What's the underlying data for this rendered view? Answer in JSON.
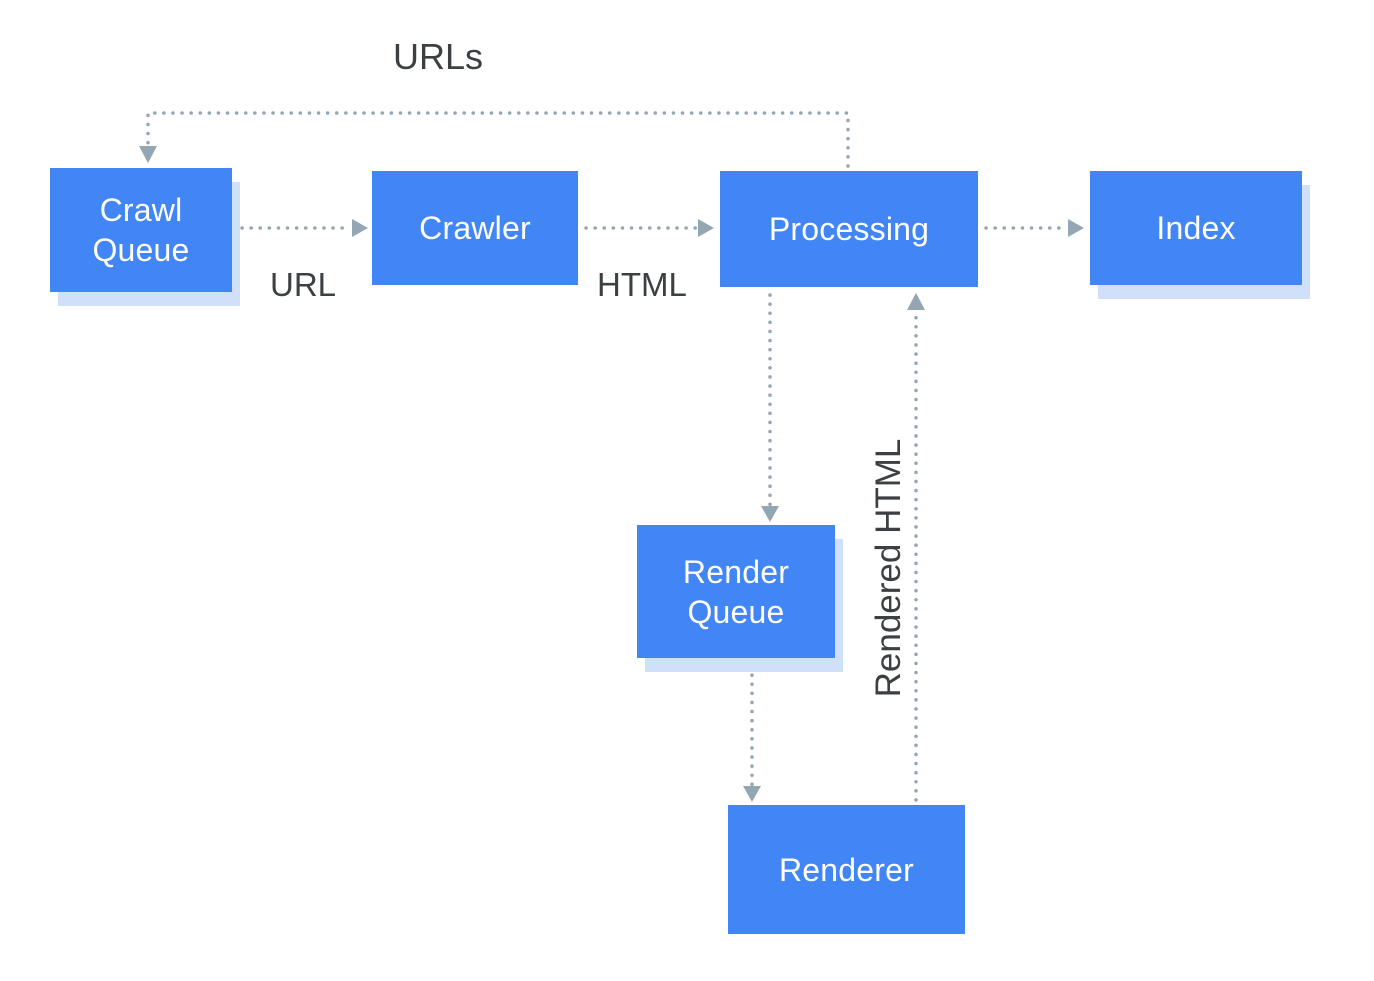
{
  "diagram": {
    "nodes": {
      "crawl_queue": {
        "label": "Crawl Queue"
      },
      "crawler": {
        "label": "Crawler"
      },
      "processing": {
        "label": "Processing"
      },
      "index": {
        "label": "Index"
      },
      "render_queue": {
        "label": "Render Queue"
      },
      "renderer": {
        "label": "Renderer"
      }
    },
    "edges": [
      {
        "from": "processing",
        "to": "crawl_queue",
        "label": "URLs",
        "style": "dotted"
      },
      {
        "from": "crawl_queue",
        "to": "crawler",
        "label": "URL",
        "style": "dotted"
      },
      {
        "from": "crawler",
        "to": "processing",
        "label": "HTML",
        "style": "dotted"
      },
      {
        "from": "processing",
        "to": "index",
        "label": "",
        "style": "dotted"
      },
      {
        "from": "processing",
        "to": "render_queue",
        "label": "",
        "style": "dotted"
      },
      {
        "from": "render_queue",
        "to": "renderer",
        "label": "",
        "style": "dotted"
      },
      {
        "from": "renderer",
        "to": "processing",
        "label": "Rendered HTML",
        "style": "dotted"
      }
    ],
    "edge_labels": {
      "urls": "URLs",
      "url": "URL",
      "html": "HTML",
      "rendered_html": "Rendered HTML"
    },
    "colors": {
      "node_fill": "#4285f4",
      "node_text": "#ffffff",
      "node_shadow": "#cfe0f8",
      "arrow": "#93a7b3",
      "label_text": "#3c4043",
      "background": "#ffffff"
    }
  }
}
